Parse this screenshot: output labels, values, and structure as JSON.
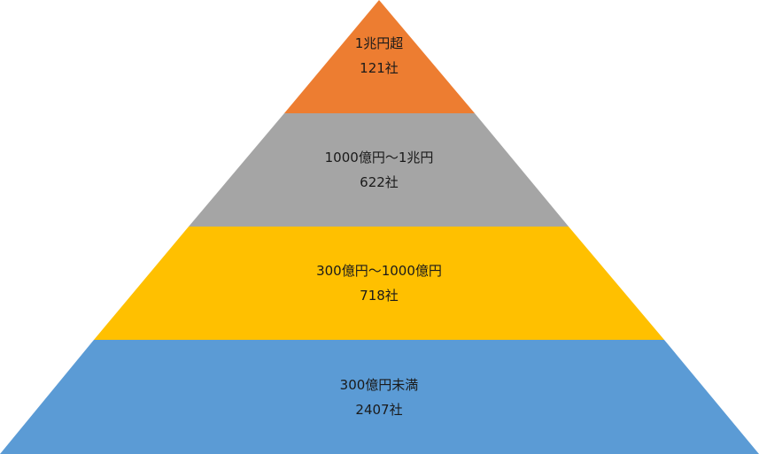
{
  "pyramid": {
    "tiers": [
      {
        "label": "1兆円超",
        "count": "121社",
        "color": "#ED7D31"
      },
      {
        "label": "1000億円～1兆円",
        "count": "622社",
        "color": "#A5A5A5"
      },
      {
        "label": "300億円～1000億円",
        "count": "718社",
        "color": "#FFC000"
      },
      {
        "label": "300億円未満",
        "count": "2407社",
        "color": "#5B9BD5"
      }
    ]
  }
}
